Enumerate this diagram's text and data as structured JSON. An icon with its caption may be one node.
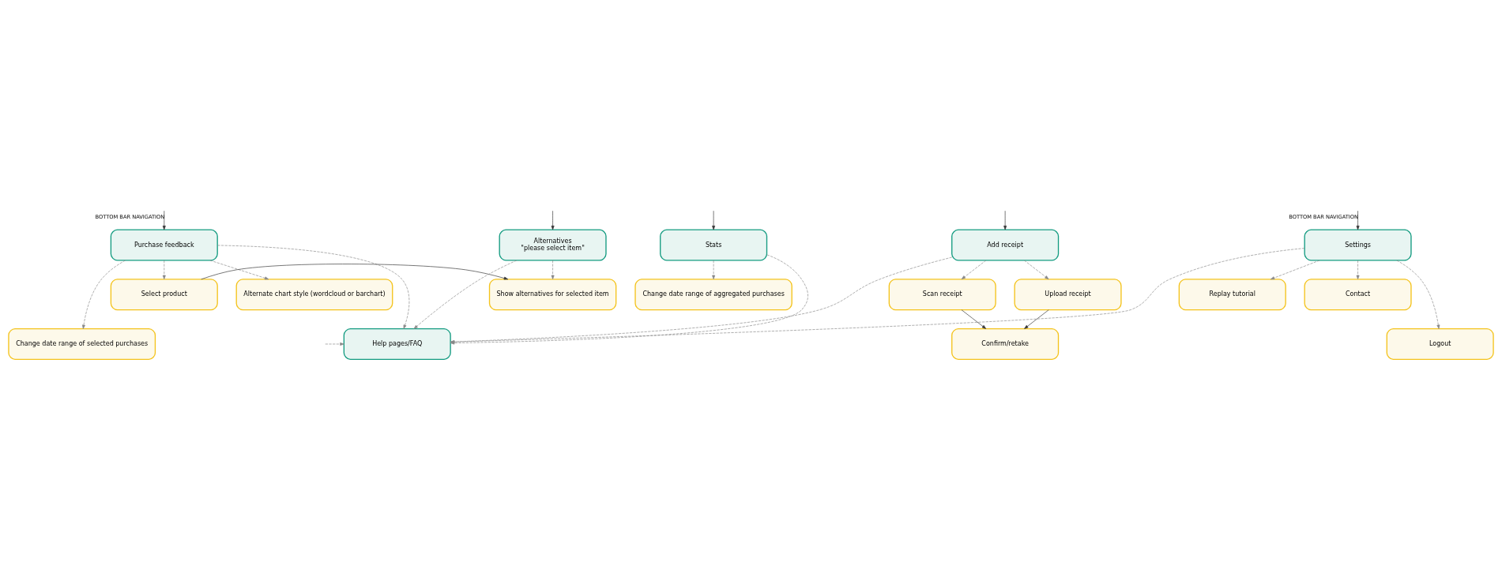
{
  "diagram": {
    "nodes": [
      {
        "text": [
          "Purchase feedback"
        ]
      },
      {
        "text": [
          "Select product"
        ]
      },
      {
        "text": [
          "Alternate chart style (wordcloud or barchart)"
        ]
      },
      {
        "text": [
          "Change date range of selected purchases"
        ]
      },
      {
        "text": [
          "Alternatives",
          "\"please select item\""
        ]
      },
      {
        "text": [
          "Show alternatives for selected item"
        ]
      },
      {
        "text": [
          "Stats"
        ]
      },
      {
        "text": [
          "Change date range of aggregated purchases"
        ]
      },
      {
        "text": [
          "Add receipt"
        ]
      },
      {
        "text": [
          "Scan receipt"
        ]
      },
      {
        "text": [
          "Upload receipt"
        ]
      },
      {
        "text": [
          "Confirm/retake"
        ]
      },
      {
        "text": [
          "Settings"
        ]
      },
      {
        "text": [
          "Replay tutorial"
        ]
      },
      {
        "text": [
          "Contact"
        ]
      },
      {
        "text": [
          "Logout"
        ]
      },
      {
        "text": [
          "Help pages/FAQ"
        ]
      }
    ],
    "edges": [
      {
        "from": null,
        "to": 0,
        "arrow": "to",
        "label": "BOTTOM BAR NAVIGATION",
        "color": "#333333"
      },
      {
        "from": null,
        "to": 4,
        "arrow": "to",
        "color": "#333333"
      },
      {
        "from": null,
        "to": 6,
        "arrow": "to",
        "color": "#333333"
      },
      {
        "from": null,
        "to": 8,
        "arrow": "to",
        "color": "#333333"
      },
      {
        "from": null,
        "to": 12,
        "arrow": "to",
        "label": "BOTTOM BAR NAVIGATION",
        "color": "#333333"
      },
      {
        "from": 0,
        "to": 1,
        "arrow": "to",
        "style": "dashed"
      },
      {
        "from": 0,
        "to": 2,
        "arrow": "to",
        "style": "dashed"
      },
      {
        "from": 0,
        "to": 3,
        "arrow": "to",
        "style": "dashed"
      },
      {
        "from": 1,
        "to": 5,
        "arrow": "to",
        "color": "#333333"
      },
      {
        "from": 4,
        "to": 5,
        "arrow": "to",
        "style": "dashed"
      },
      {
        "from": 6,
        "to": 7,
        "arrow": "to",
        "style": "dashed"
      },
      {
        "from": 8,
        "to": 9,
        "arrow": "to",
        "style": "dashed"
      },
      {
        "from": 8,
        "to": 10,
        "arrow": "to",
        "style": "dashed"
      },
      {
        "from": 9,
        "to": 11,
        "arrow": "to",
        "color": "#333333"
      },
      {
        "from": 10,
        "to": 11,
        "arrow": "to",
        "color": "#333333"
      },
      {
        "from": 12,
        "to": 13,
        "arrow": "to",
        "style": "dashed"
      },
      {
        "from": 12,
        "to": 14,
        "arrow": "to",
        "style": "dashed"
      },
      {
        "from": 12,
        "to": 15,
        "arrow": "to",
        "style": "dashed"
      },
      {
        "from": 0,
        "to": 16,
        "arrow": "to",
        "style": "dashed"
      },
      {
        "from": 4,
        "to": 16,
        "arrow": "to",
        "style": "dashed"
      },
      {
        "from": 6,
        "to": 16,
        "arrow": "to",
        "style": "dashed"
      },
      {
        "from": 8,
        "to": 16,
        "arrow": "to",
        "style": "dashed"
      },
      {
        "from": 12,
        "to": 16,
        "arrow": "to",
        "style": "dashed"
      },
      {
        "from": null,
        "to": 16,
        "arrow": "to",
        "style": "dashed"
      }
    ]
  }
}
